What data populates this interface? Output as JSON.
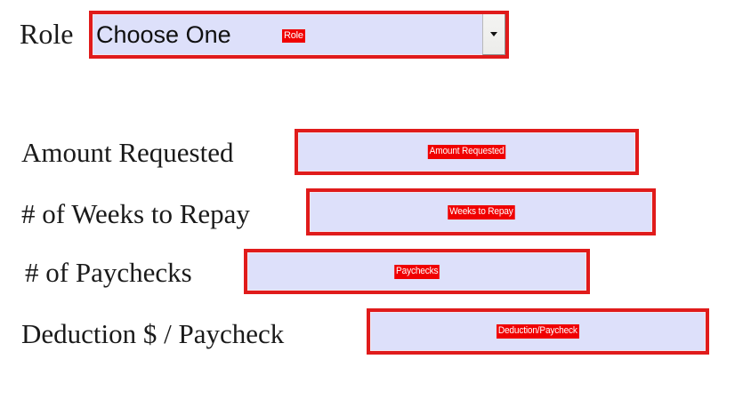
{
  "form": {
    "fields": [
      {
        "key": "role",
        "label": "Role",
        "type": "select",
        "value": "Choose One",
        "badge": "Role"
      },
      {
        "key": "amount_requested",
        "label": "Amount Requested",
        "type": "text",
        "value": "",
        "badge": "Amount Requested"
      },
      {
        "key": "weeks_to_repay",
        "label": "# of Weeks to Repay",
        "type": "text",
        "value": "",
        "badge": "Weeks to Repay"
      },
      {
        "key": "paychecks",
        "label": "# of Paychecks",
        "type": "text",
        "value": "",
        "badge": "Paychecks"
      },
      {
        "key": "deduction_per_paycheck",
        "label": "Deduction $ / Paycheck",
        "type": "text",
        "value": "",
        "badge": "Deduction/Paycheck"
      }
    ],
    "dropdown_arrow_icon": "chevron-down-icon"
  },
  "colors": {
    "field_border": "#e01b1b",
    "field_fill": "#dde0fa",
    "badge_bg": "#f00000",
    "badge_text": "#ffffff",
    "label_text": "#1a1a1a",
    "page_bg": "#ffffff"
  }
}
